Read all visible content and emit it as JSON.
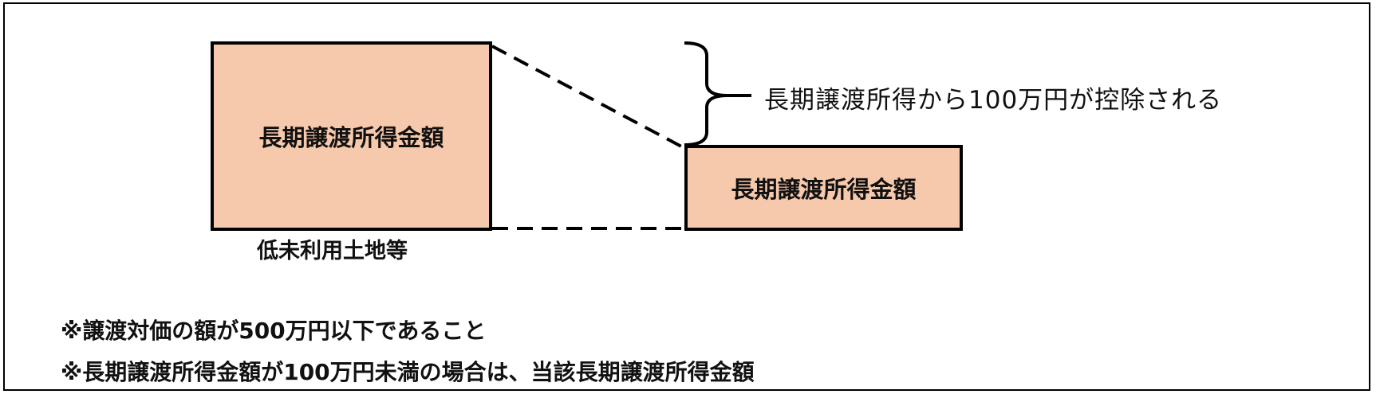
{
  "diagram": {
    "box_before_label": "長期譲渡所得金額",
    "box_after_label": "長期譲渡所得金額",
    "land_label": "低未利用土地等",
    "deduction_label": "長期譲渡所得から100万円が控除される",
    "box_fill_color": "#f7c9ac",
    "border_color": "#000000"
  },
  "notes": [
    "※譲渡対価の額が500万円以下であること",
    "※長期譲渡所得金額が100万円未満の場合は、当該長期譲渡所得金額"
  ]
}
